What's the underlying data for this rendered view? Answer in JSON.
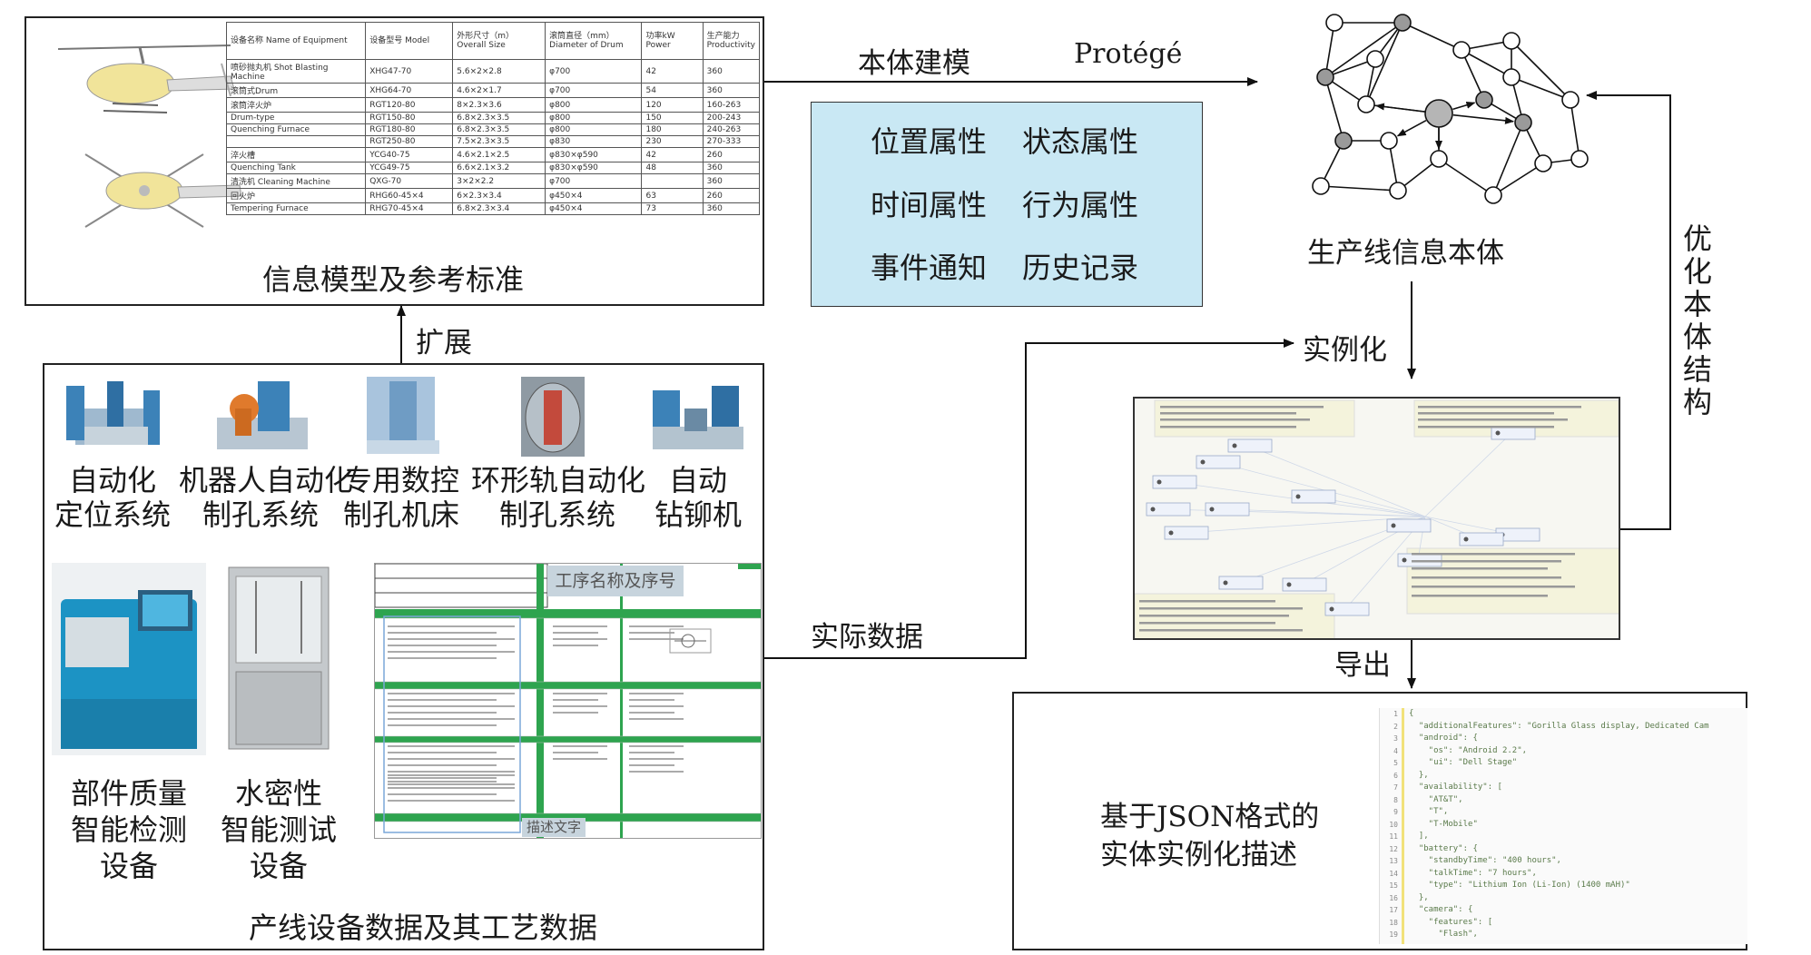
{
  "left_top": {
    "caption": "信息模型及参考标准",
    "table": {
      "headers": [
        "设备名称 Name of Equipment",
        "设备型号 Model",
        "外形尺寸（m） Overall Size",
        "滚筒直径（mm） Diameter of Drum",
        "功率kW Power",
        "生产能力 Productivity"
      ],
      "rows": [
        [
          "喷砂抛丸机 Shot Blasting Machine",
          "XHG47-70",
          "5.6×2×2.8",
          "φ700",
          "42",
          "360"
        ],
        [
          "滚筒式Drum",
          "XHG64-70",
          "4.6×2×1.7",
          "φ700",
          "54",
          "360"
        ],
        [
          "滚筒淬火炉",
          "RGT120-80",
          "8×2.3×3.6",
          "φ800",
          "120",
          "160-263"
        ],
        [
          "Drum-type",
          "RGT150-80",
          "6.8×2.3×3.5",
          "φ800",
          "150",
          "200-243"
        ],
        [
          "Quenching Furnace",
          "RGT180-80",
          "6.8×2.3×3.5",
          "φ800",
          "180",
          "240-263"
        ],
        [
          "",
          "RGT250-80",
          "7.5×2.3×3.5",
          "φ830",
          "230",
          "270-333"
        ],
        [
          "淬火槽",
          "YCG40-75",
          "4.6×2.1×2.5",
          "φ830×φ590",
          "42",
          "260"
        ],
        [
          "Quenching Tank",
          "YCG49-75",
          "6.6×2.1×3.2",
          "φ830×φ590",
          "48",
          "360"
        ],
        [
          "清洗机 Cleaning Machine",
          "QXG-70",
          "3×2×2.2",
          "φ700",
          "",
          "360"
        ],
        [
          "回火炉",
          "RHG60-45×4",
          "6×2.3×3.4",
          "φ450×4",
          "63",
          "260"
        ],
        [
          "Tempering Furnace",
          "RHG70-45×4",
          "6.8×2.3×3.4",
          "φ450×4",
          "73",
          "360"
        ]
      ]
    }
  },
  "arrows": {
    "ontology_modeling": "本体建模",
    "protege": "Protégé",
    "extend": "扩展",
    "instantiate": "实例化",
    "export": "导出",
    "actual_data": "实际数据",
    "optimize": "优化本体结构"
  },
  "attributes": {
    "items": [
      "位置属性",
      "状态属性",
      "时间属性",
      "行为属性",
      "事件通知",
      "历史记录"
    ]
  },
  "ontology": {
    "caption": "生产线信息本体"
  },
  "equipment": {
    "caption": "产线设备数据及其工艺数据",
    "top_items": [
      [
        "自动化",
        "定位系统"
      ],
      [
        "机器人自动化",
        "制孔系统"
      ],
      [
        "专用数控",
        "制孔机床"
      ],
      [
        "环形轨自动化",
        "制孔系统"
      ],
      [
        "自动",
        "钻铆机"
      ]
    ],
    "bottom_items": [
      [
        "部件质量",
        "智能检测",
        "设备"
      ],
      [
        "水密性",
        "智能测试",
        "设备"
      ]
    ],
    "process_name_label": "工序名称及序号",
    "description_label": "描述文字"
  },
  "json_box": {
    "caption_line1": "基于JSON格式的",
    "caption_line2": "实体实例化描述",
    "code": [
      "{",
      "  \"additionalFeatures\": \"Gorilla Glass display, Dedicated Cam",
      "  \"android\": {",
      "    \"os\": \"Android 2.2\",",
      "    \"ui\": \"Dell Stage\"",
      "  },",
      "  \"availability\": [",
      "    \"AT&T\",",
      "    \"T\",",
      "    \"T-Mobile\"",
      "  ],",
      "  \"battery\": {",
      "    \"standbyTime\": \"400 hours\",",
      "    \"talkTime\": \"7 hours\",",
      "    \"type\": \"Lithium Ion (Li-Ion) (1400 mAH)\"",
      "  },",
      "  \"camera\": {",
      "    \"features\": [",
      "      \"Flash\","
    ]
  },
  "colors": {
    "attr_fill": "#c9e8f4",
    "sheet_green": "#2ea44f",
    "node_gray": "#9a9a9a"
  }
}
